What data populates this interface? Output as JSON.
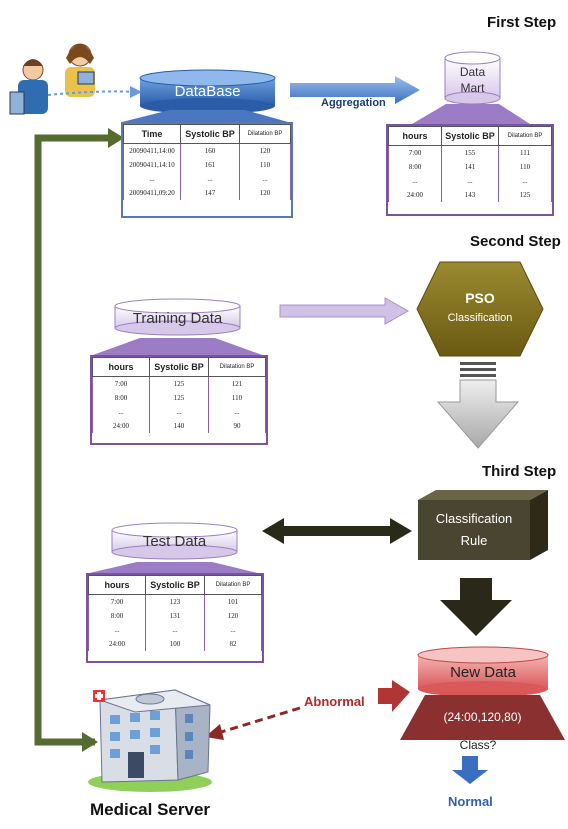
{
  "steps": {
    "first": "First Step",
    "second": "Second Step",
    "third": "Third Step"
  },
  "nodes": {
    "database": "DataBase",
    "data_mart_line1": "Data",
    "data_mart_line2": "Mart",
    "aggregation": "Aggregation",
    "training": "Training Data",
    "pso_title": "PSO",
    "pso_sub": "Classification",
    "rule_line1": "Classification",
    "rule_line2": "Rule",
    "test": "Test Data",
    "new_data": "New Data",
    "new_data_value": "(24:00,120,80)",
    "class_q": "Class?",
    "abnormal": "Abnormal",
    "normal": "Normal",
    "medical_server": "Medical Server"
  },
  "db_table": {
    "headers": [
      "Time",
      "Systolic BP",
      "Dilatation BP"
    ],
    "rows": [
      [
        "20090411,14:00",
        "160",
        "120"
      ],
      [
        "20090411,14:10",
        "161",
        "110"
      ],
      [
        "...",
        "...",
        "..."
      ],
      [
        "20090411,09:20",
        "147",
        "120"
      ]
    ]
  },
  "mart_table": {
    "headers": [
      "hours",
      "Systolic BP",
      "Dilatation BP"
    ],
    "rows": [
      [
        "7:00",
        "155",
        "111"
      ],
      [
        "8:00",
        "141",
        "110"
      ],
      [
        "...",
        "...",
        "..."
      ],
      [
        "24:00",
        "143",
        "125"
      ]
    ]
  },
  "training_table": {
    "headers": [
      "hours",
      "Systolic BP",
      "Dilatation BP"
    ],
    "rows": [
      [
        "7:00",
        "125",
        "121"
      ],
      [
        "8:00",
        "125",
        "110"
      ],
      [
        "...",
        "...",
        "..."
      ],
      [
        "24:00",
        "140",
        "90"
      ]
    ]
  },
  "test_table": {
    "headers": [
      "hours",
      "Systolic BP",
      "Dilatation BP"
    ],
    "rows": [
      [
        "7:00",
        "123",
        "101"
      ],
      [
        "8:00",
        "131",
        "120"
      ],
      [
        "...",
        "...",
        "..."
      ],
      [
        "24:00",
        "100",
        "82"
      ]
    ]
  },
  "colors": {
    "purple": "#7a52a8",
    "lavender": "#c8b3dd",
    "blue": "#3f73c0",
    "olive": "#556b2f",
    "pso": "#7a6a1c",
    "rule": "#4a4530",
    "new_data": "#e67f80",
    "abnormal": "#b22a2a",
    "normal": "#3560a8"
  }
}
